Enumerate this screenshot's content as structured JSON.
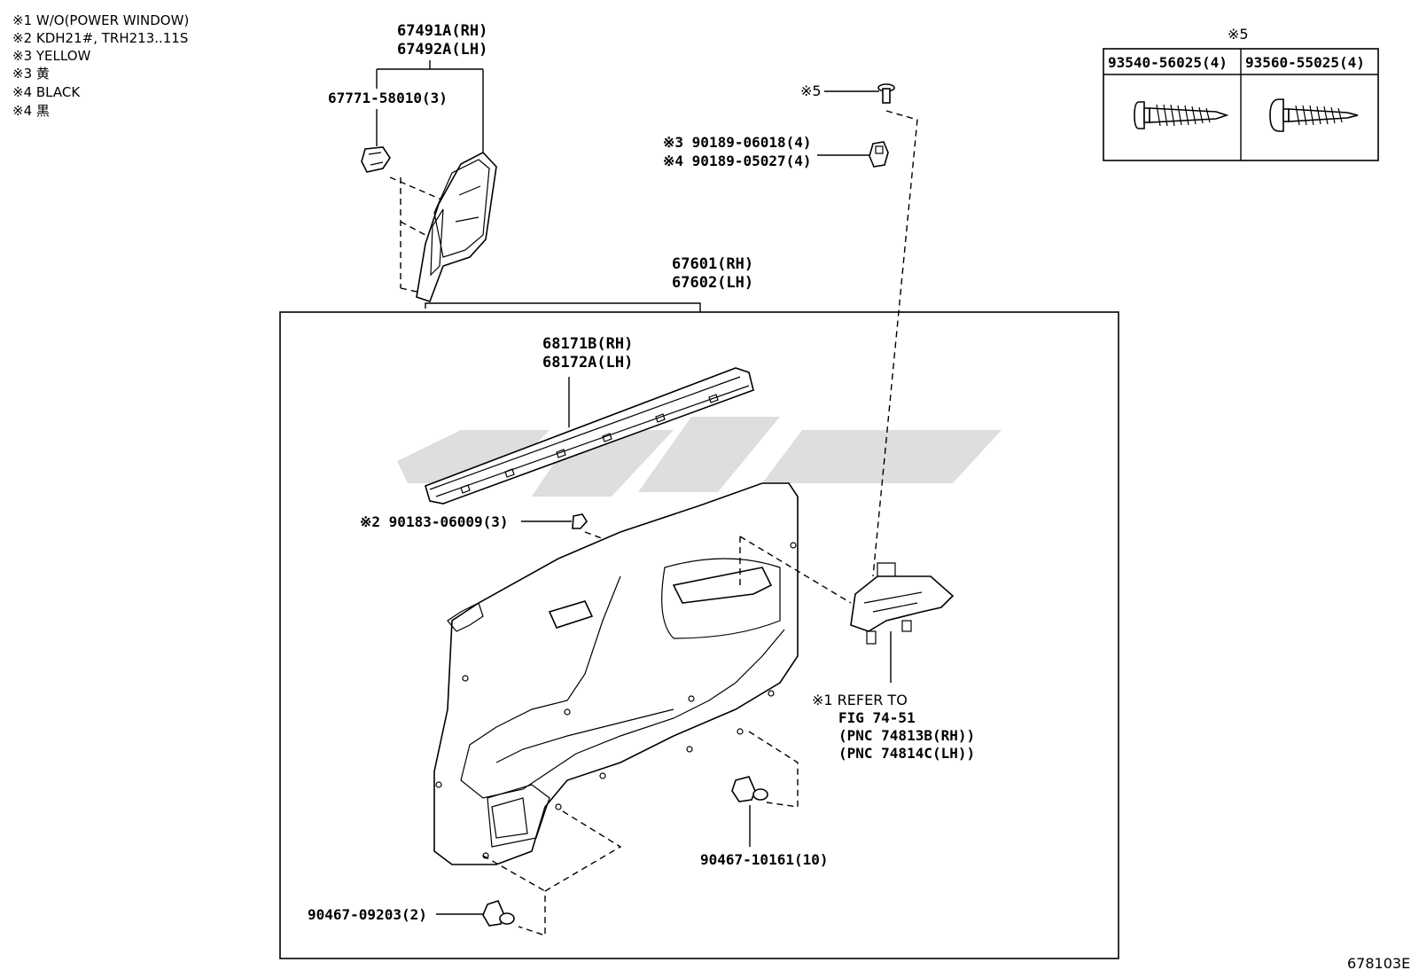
{
  "legend": [
    "※1 W/O(POWER WINDOW)",
    "※2 KDH21#, TRH213..11S",
    "※3 YELLOW",
    "※3 黄",
    "※4 BLACK",
    "※4 黒"
  ],
  "labels": {
    "upper_trim_rh": "67491A(RH)",
    "upper_trim_lh": "67492A(LH)",
    "clip_upper": "67771-58010(3)",
    "screw_ref": "※5",
    "nut_yellow": "※3 90189-06018(4)",
    "nut_black": "※4 90189-05027(4)",
    "panel_rh": "67601(RH)",
    "panel_lh": "67602(LH)",
    "weatherstrip_rh": "68171B(RH)",
    "weatherstrip_lh": "68172A(LH)",
    "clip_kdh": "※2 90183-06009(3)",
    "refer_1": "※1 REFER TO",
    "refer_2": "FIG 74-51",
    "refer_3": "(PNC 74813B(RH))",
    "refer_4": "(PNC 74814C(LH))",
    "clip_panel": "90467-10161(10)",
    "clip_lower": "90467-09203(2)"
  },
  "screw_table": {
    "title": "※5",
    "columns": [
      "93540-56025(4)",
      "93560-55025(4)"
    ]
  },
  "figure_number": "678103E"
}
